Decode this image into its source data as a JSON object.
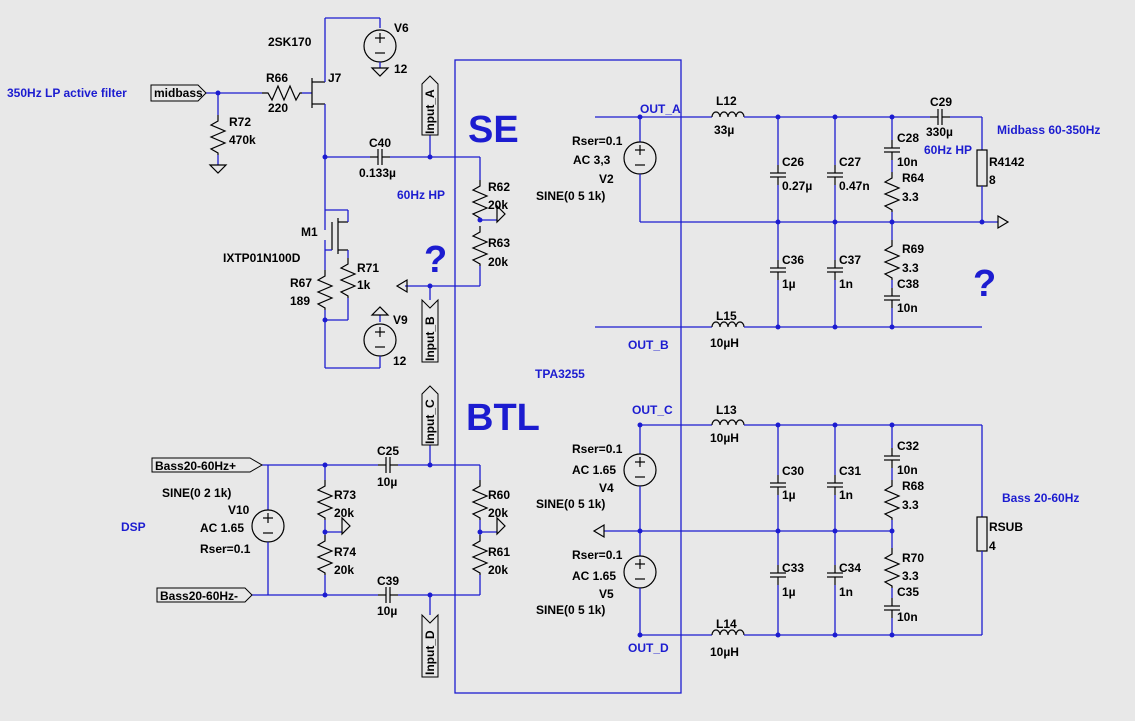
{
  "annotations": {
    "se": "SE",
    "btl": "BTL",
    "q1": "?",
    "q2": "?",
    "lp_filter": "350Hz LP active filter",
    "hp_60_a": "60Hz HP",
    "hp_60_b": "60Hz HP",
    "midbass_band": "Midbass 60-350Hz",
    "bass_band": "Bass 20-60Hz",
    "dsp": "DSP",
    "ic": "TPA3255"
  },
  "flags": {
    "midbass": "midbass",
    "bass_pos": "Bass20-60Hz+",
    "bass_neg": "Bass20-60Hz-",
    "input_a": "Input_A",
    "input_b": "Input_B",
    "input_c": "Input_C",
    "input_d": "Input_D"
  },
  "nets": {
    "out_a": "OUT_A",
    "out_b": "OUT_B",
    "out_c": "OUT_C",
    "out_d": "OUT_D"
  },
  "components": {
    "j7_part": "2SK170",
    "j7_name": "J7",
    "v6_name": "V6",
    "v6_val": "12",
    "r66_name": "R66",
    "r66_val": "220",
    "r72_name": "R72",
    "r72_val": "470k",
    "c40_name": "C40",
    "c40_val": "0.133µ",
    "r62_name": "R62",
    "r62_val": "20k",
    "r63_name": "R63",
    "r63_val": "20k",
    "m1_name": "M1",
    "m1_part": "IXTP01N100D",
    "r71_name": "R71",
    "r71_val": "1k",
    "r67_name": "R67",
    "r67_val": "189",
    "v9_name": "V9",
    "v9_val": "12",
    "v2_rser": "Rser=0.1",
    "v2_ac": "AC 3,3",
    "v2_name": "V2",
    "v2_sine": "SINE(0 5 1k)",
    "l12_name": "L12",
    "l12_val": "33µ",
    "c26_name": "C26",
    "c26_val": "0.27µ",
    "c27_name": "C27",
    "c27_val": "0.47n",
    "c28_name": "C28",
    "c28_val": "10n",
    "r64_name": "R64",
    "r64_val": "3.3",
    "c29_name": "C29",
    "c29_val": "330µ",
    "r4142_name": "R4142",
    "r4142_val": "8",
    "c36_name": "C36",
    "c36_val": "1µ",
    "c37_name": "C37",
    "c37_val": "1n",
    "r69_name": "R69",
    "r69_val": "3.3",
    "c38_name": "C38",
    "c38_val": "10n",
    "l15_name": "L15",
    "l15_val": "10µH",
    "c25_name": "C25",
    "c25_val": "10µ",
    "v10_sine": "SINE(0 2 1k)",
    "v10_name": "V10",
    "v10_ac": "AC 1.65",
    "v10_rser": "Rser=0.1",
    "r73_name": "R73",
    "r73_val": "20k",
    "r74_name": "R74",
    "r74_val": "20k",
    "c39_name": "C39",
    "c39_val": "10µ",
    "r60_name": "R60",
    "r60_val": "20k",
    "r61_name": "R61",
    "r61_val": "20k",
    "v4_rser": "Rser=0.1",
    "v4_ac": "AC 1.65",
    "v4_name": "V4",
    "v4_sine": "SINE(0 5 1k)",
    "v5_rser": "Rser=0.1",
    "v5_ac": "AC 1.65",
    "v5_name": "V5",
    "v5_sine": "SINE(0 5 1k)",
    "l13_name": "L13",
    "l13_val": "10µH",
    "l14_name": "L14",
    "l14_val": "10µH",
    "c30_name": "C30",
    "c30_val": "1µ",
    "c31_name": "C31",
    "c31_val": "1n",
    "c32_name": "C32",
    "c32_val": "10n",
    "r68_name": "R68",
    "r68_val": "3.3",
    "c33_name": "C33",
    "c33_val": "1µ",
    "c34_name": "C34",
    "c34_val": "1n",
    "r70_name": "R70",
    "r70_val": "3.3",
    "c35_name": "C35",
    "c35_val": "10n",
    "rsub_name": "RSUB",
    "rsub_val": "4"
  }
}
